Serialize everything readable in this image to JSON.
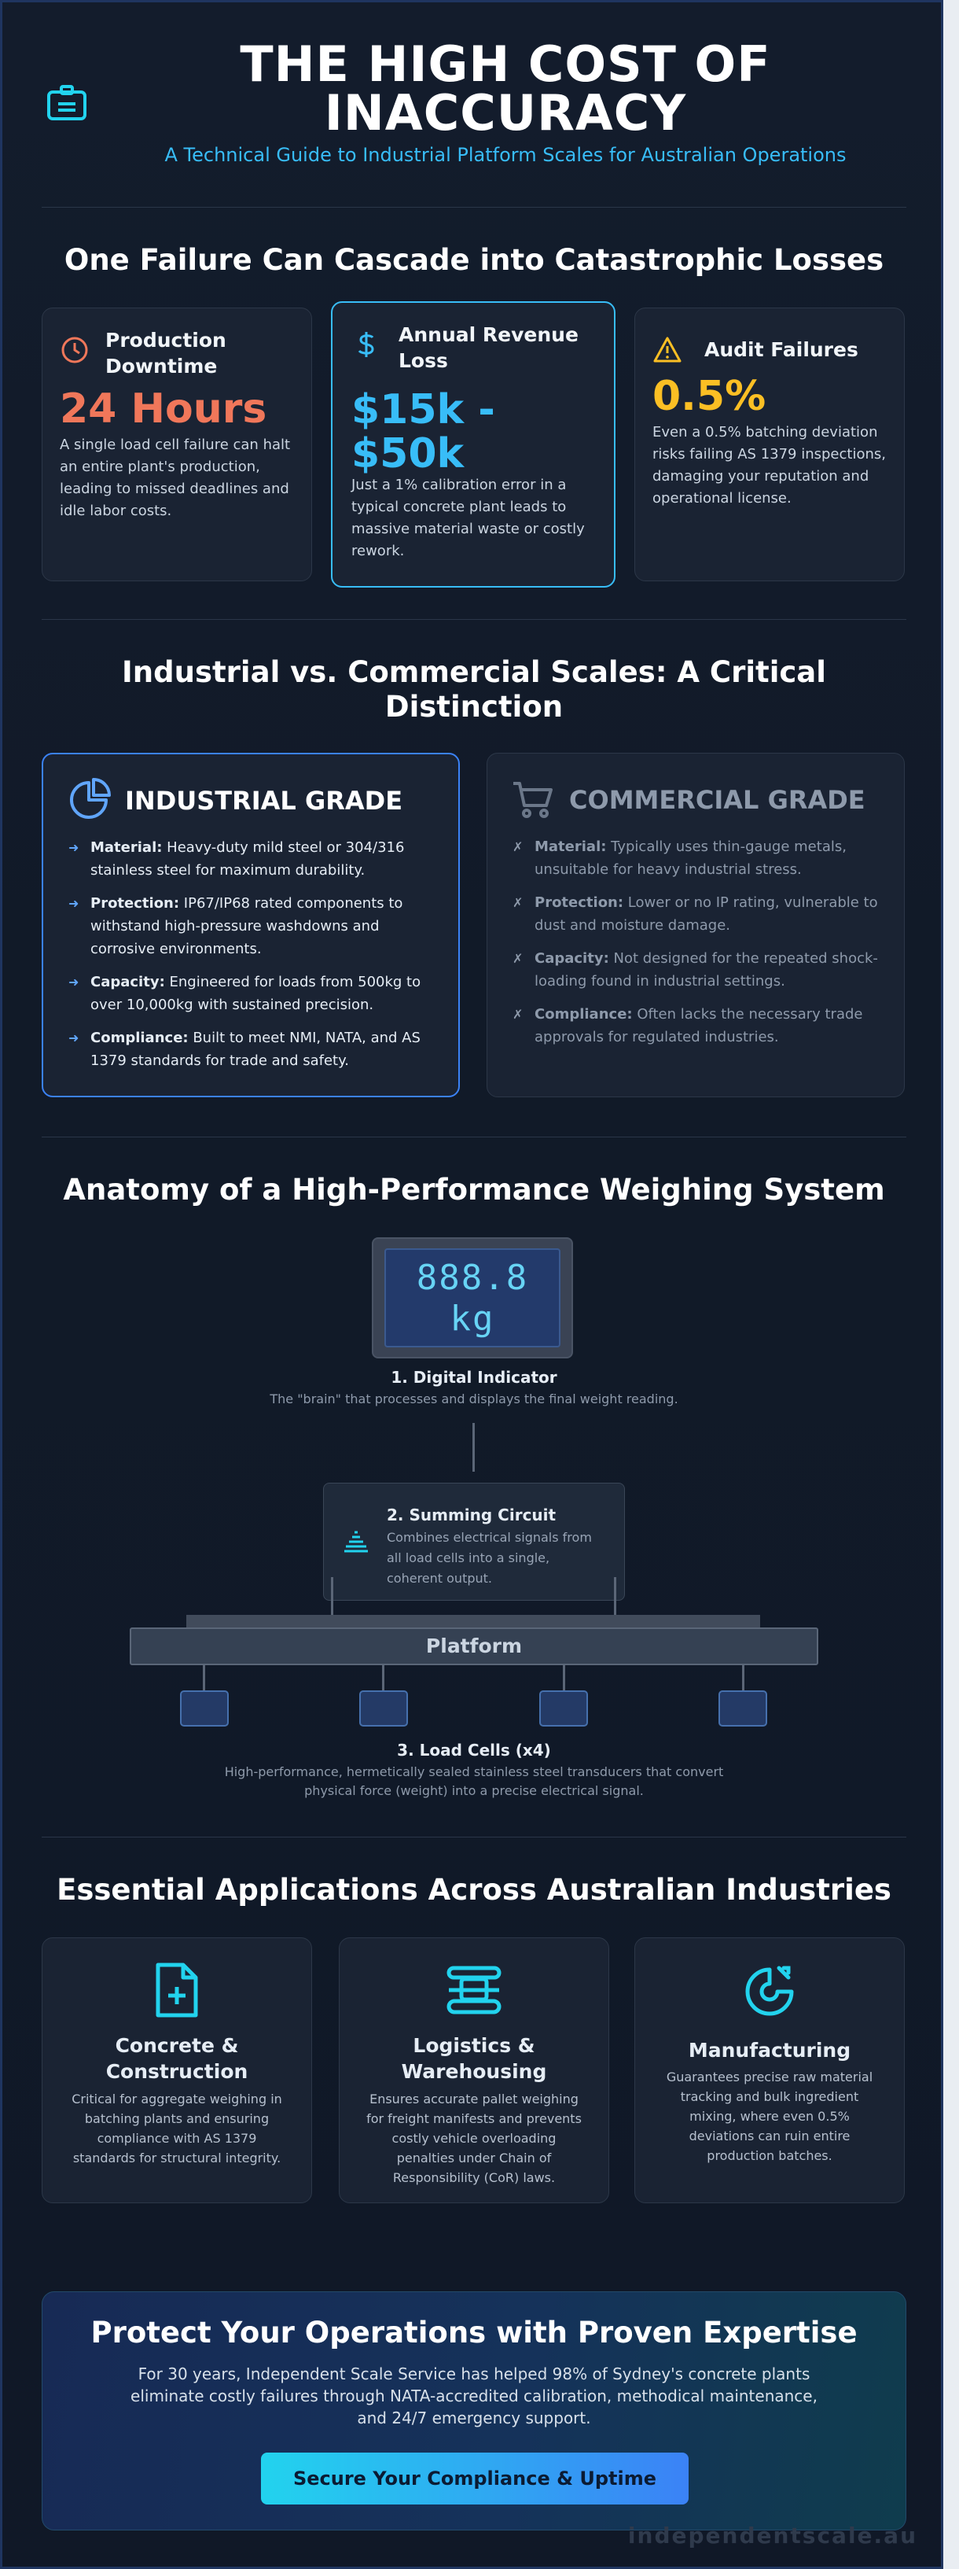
{
  "header": {
    "title": "THE HIGH COST OF INACCURACY",
    "subtitle": "A Technical Guide to Industrial Platform Scales for Australian Operations",
    "icon": "id-badge-icon"
  },
  "colors": {
    "accent": "#38bdf8",
    "danger": "#f0775a",
    "warning": "#fbbf24",
    "industrial_border": "#3b82f6",
    "commercial_text": "#8e9aab"
  },
  "losses": {
    "title": "One Failure Can Cascade into Catastrophic Losses",
    "cards": [
      {
        "label": "Production Downtime",
        "value": "24 Hours",
        "desc": "A single load cell failure can halt an entire plant's production, leading to missed deadlines and idle labor costs.",
        "icon": "clock-icon"
      },
      {
        "label": "Annual Revenue Loss",
        "value": "$15k - $50k",
        "desc": "Just a 1% calibration error in a typical concrete plant leads to massive material waste or costly rework.",
        "icon": "dollar-icon"
      },
      {
        "label": "Audit Failures",
        "value": "0.5%",
        "desc": "Even a 0.5% batching deviation risks failing AS 1379 inspections, damaging your reputation and operational license.",
        "icon": "warning-icon"
      }
    ]
  },
  "comparison": {
    "title": "Industrial vs. Commercial Scales: A Critical Distinction",
    "industrial": {
      "title": "INDUSTRIAL GRADE",
      "items": [
        {
          "label": "Material:",
          "text": " Heavy-duty mild steel or 304/316 stainless steel for maximum durability."
        },
        {
          "label": "Protection:",
          "text": " IP67/IP68 rated components to withstand high-pressure washdowns and corrosive environments."
        },
        {
          "label": "Capacity:",
          "text": " Engineered for loads from 500kg to over 10,000kg with sustained precision."
        },
        {
          "label": "Compliance:",
          "text": " Built to meet NMI, NATA, and AS 1379 standards for trade and safety."
        }
      ]
    },
    "commercial": {
      "title": "COMMERCIAL GRADE",
      "items": [
        {
          "label": "Material:",
          "text": " Typically uses thin-gauge metals, unsuitable for heavy industrial stress."
        },
        {
          "label": "Protection:",
          "text": " Lower or no IP rating, vulnerable to dust and moisture damage."
        },
        {
          "label": "Capacity:",
          "text": " Not designed for the repeated shock-loading found in industrial settings."
        },
        {
          "label": "Compliance:",
          "text": " Often lacks the necessary trade approvals for regulated industries."
        }
      ]
    }
  },
  "anatomy": {
    "title": "Anatomy of a High-Performance Weighing System",
    "indicator_display": "888.8 kg",
    "indicator_title": "1. Digital Indicator",
    "indicator_desc": "The \"brain\" that processes and displays the final weight reading.",
    "summing_title": "2. Summing Circuit",
    "summing_desc": "Combines electrical signals from all load cells into a single, coherent output.",
    "platform_label": "Platform",
    "loadcells_title": "3. Load Cells (x4)",
    "loadcells_desc": "High-performance, hermetically sealed stainless steel transducers that convert physical force (weight) into a precise electrical signal."
  },
  "applications": {
    "title": "Essential Applications Across Australian Industries",
    "cards": [
      {
        "title": "Concrete & Construction",
        "desc": "Critical for aggregate weighing in batching plants and ensuring compliance with AS 1379 standards for structural integrity.",
        "icon": "file-plus-icon"
      },
      {
        "title": "Logistics & Warehousing",
        "desc": "Ensures accurate pallet weighing for freight manifests and prevents costly vehicle overloading penalties under Chain of Responsibility (CoR) laws.",
        "icon": "forklift-icon"
      },
      {
        "title": "Manufacturing",
        "desc": "Guarantees precise raw material tracking and bulk ingredient mixing, where even 0.5% deviations can ruin entire production batches.",
        "icon": "wrench-icon"
      }
    ]
  },
  "cta": {
    "title": "Protect Your Operations with Proven Expertise",
    "desc": "For 30 years, Independent Scale Service has helped 98% of Sydney's concrete plants eliminate costly failures through NATA-accredited calibration, methodical maintenance, and 24/7 emergency support.",
    "button": "Secure Your Compliance & Uptime"
  },
  "footer": {
    "site": "independentscale.au"
  }
}
